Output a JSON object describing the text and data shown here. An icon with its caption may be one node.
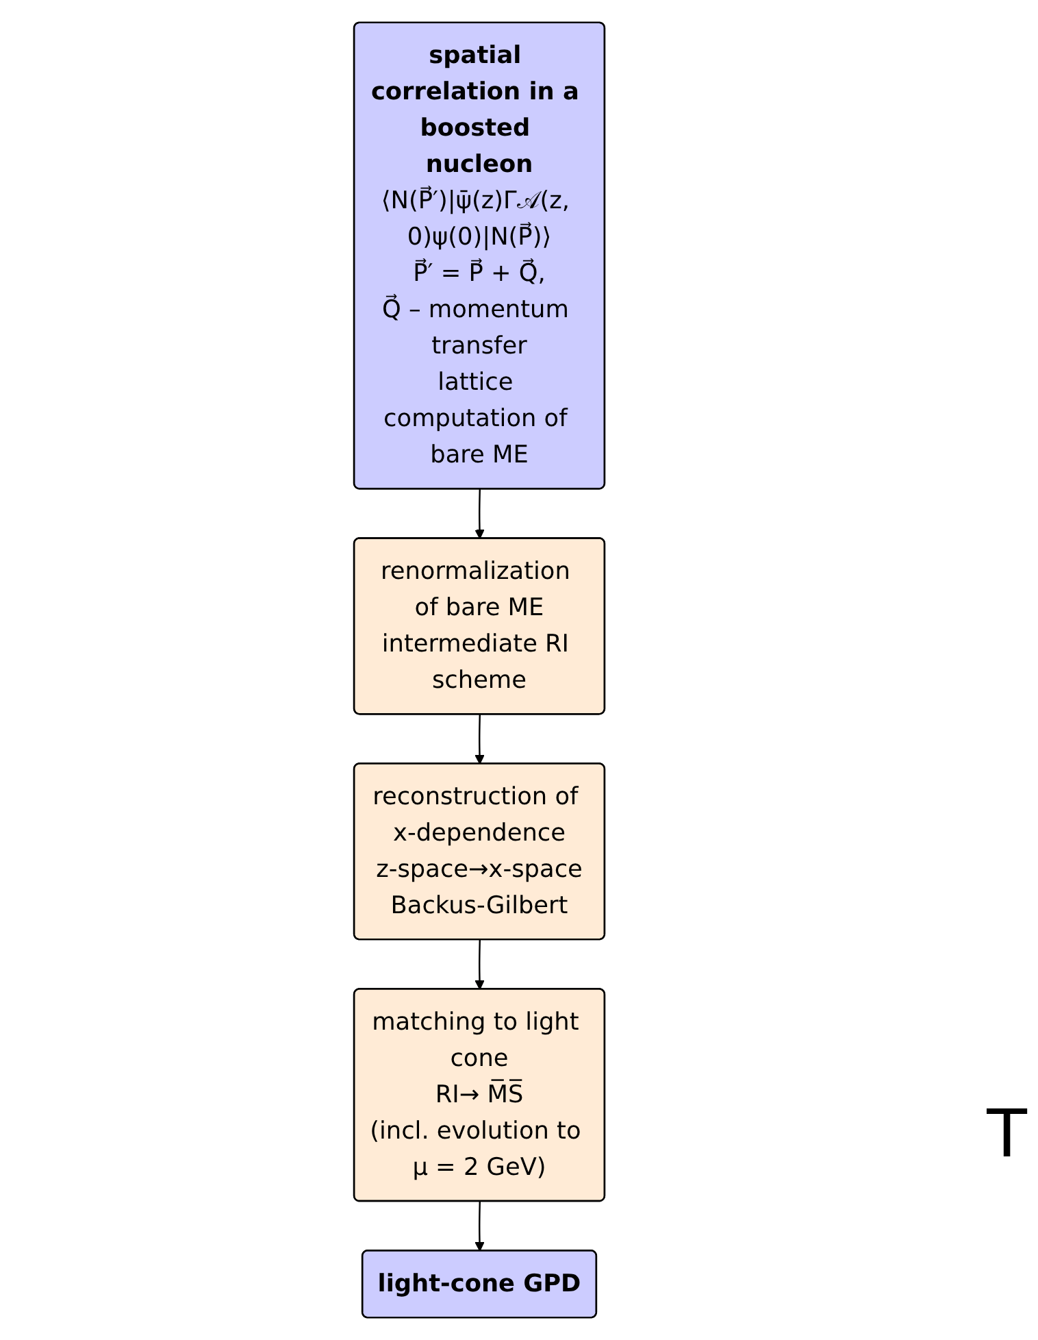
{
  "diagram": {
    "nodes": [
      {
        "text": [
          "spatial correlation in a boosted nucleon",
          "⟨N(P⃗′)|ψ̄(z)Γ𝒜(z, 0)ψ(0)|N(P⃗)⟩",
          "P⃗′ = P⃗ + Q⃗,",
          "Q⃗ – momentum transfer",
          "lattice computation of bare ME"
        ]
      },
      {
        "text": [
          "renormalization of bare ME",
          "intermediate RI scheme"
        ]
      },
      {
        "text": [
          "reconstruction of x-dependence",
          "z-space→x-space",
          "Backus-Gilbert"
        ]
      },
      {
        "text": [
          "matching to light cone",
          "RI→ M̅S̅",
          "(incl. evolution to μ = 2 GeV)"
        ]
      },
      {
        "text": [
          "light-cone GPD"
        ]
      }
    ],
    "edges": [
      {
        "from": 0,
        "to": 1,
        "arrow": "to"
      },
      {
        "from": 1,
        "to": 2,
        "arrow": "to"
      },
      {
        "from": 2,
        "to": 3,
        "arrow": "to"
      },
      {
        "from": 3,
        "to": 4,
        "arrow": "to"
      }
    ],
    "labels": [
      "T"
    ]
  }
}
